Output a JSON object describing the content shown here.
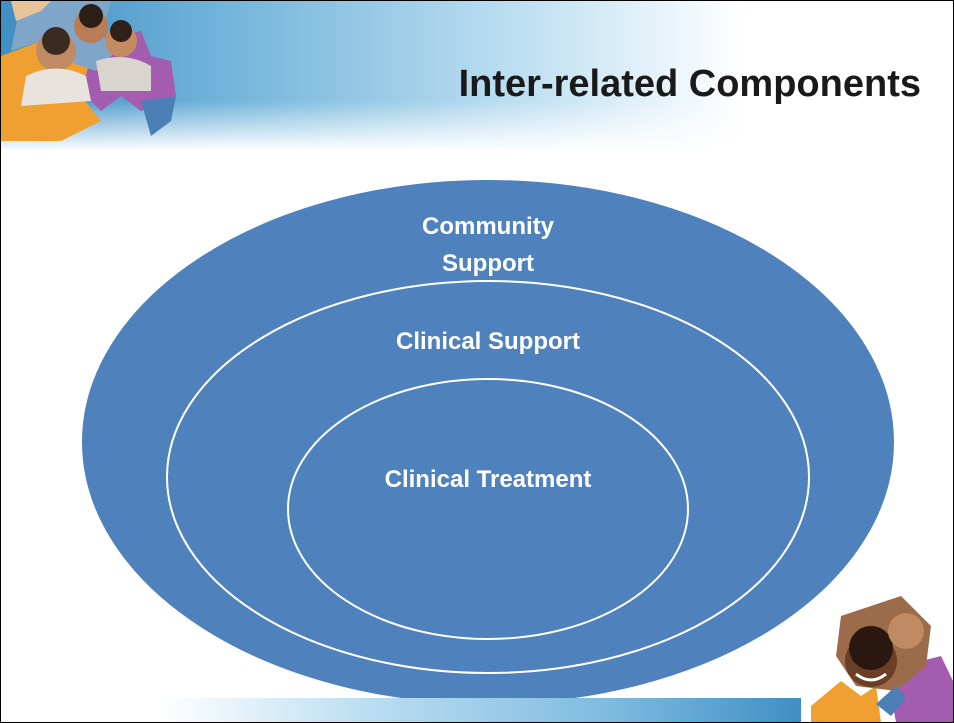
{
  "slide": {
    "title": "Inter-related Components"
  },
  "diagram": {
    "rings": [
      {
        "label_lines": [
          "Community",
          "Support"
        ]
      },
      {
        "label_lines": [
          "Clinical Support"
        ]
      },
      {
        "label_lines": [
          "Clinical Treatment"
        ]
      }
    ],
    "colors": {
      "fill": "#4f81bd",
      "stroke": "#ffffff"
    }
  },
  "decorations": {
    "top_left_icon": "puzzle-photo-icon",
    "bottom_right_icon": "puzzle-photo-icon"
  }
}
